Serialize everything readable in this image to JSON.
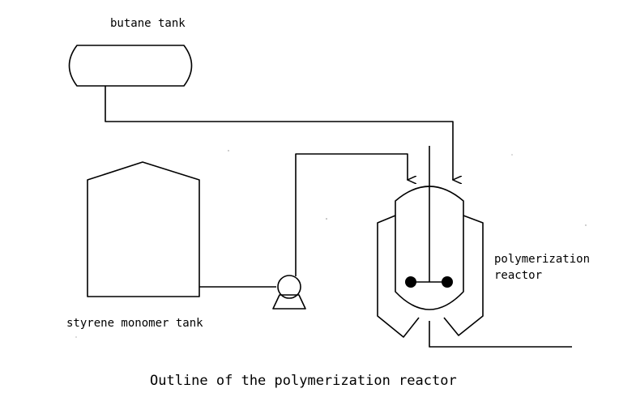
{
  "labels": {
    "butane_tank": "butane tank",
    "styrene_tank": "styrene monomer tank",
    "reactor": [
      "polymerization",
      "reactor"
    ]
  },
  "caption": "Outline of the polymerization reactor",
  "colors": {
    "line": "#000000",
    "background": "#ffffff"
  }
}
